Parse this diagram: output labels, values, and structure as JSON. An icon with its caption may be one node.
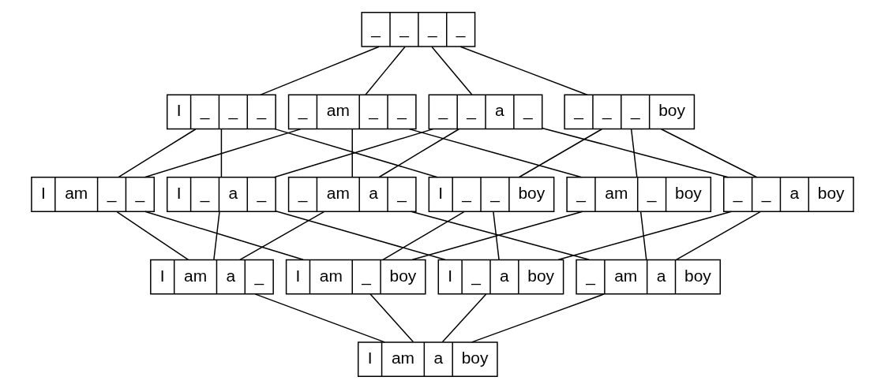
{
  "diagram": {
    "nodes": [
      {
        "text": [
          "_",
          "_",
          "_",
          "_"
        ]
      },
      {
        "text": [
          "I",
          "_",
          "_",
          "_"
        ]
      },
      {
        "text": [
          "_",
          "am",
          "_",
          "_"
        ]
      },
      {
        "text": [
          "_",
          "_",
          "a",
          "_"
        ]
      },
      {
        "text": [
          "_",
          "_",
          "_",
          "boy"
        ]
      },
      {
        "text": [
          "I",
          "am",
          "_",
          "_"
        ]
      },
      {
        "text": [
          "I",
          "_",
          "a",
          "_"
        ]
      },
      {
        "text": [
          "_",
          "am",
          "a",
          "_"
        ]
      },
      {
        "text": [
          "I",
          "_",
          "_",
          "boy"
        ]
      },
      {
        "text": [
          "_",
          "am",
          "_",
          "boy"
        ]
      },
      {
        "text": [
          "_",
          "_",
          "a",
          "boy"
        ]
      },
      {
        "text": [
          "I",
          "am",
          "a",
          "_"
        ]
      },
      {
        "text": [
          "I",
          "am",
          "_",
          "boy"
        ]
      },
      {
        "text": [
          "I",
          "_",
          "a",
          "boy"
        ]
      },
      {
        "text": [
          "_",
          "am",
          "a",
          "boy"
        ]
      },
      {
        "text": [
          "I",
          "am",
          "a",
          "boy"
        ]
      }
    ],
    "edges": [
      {
        "from": 0,
        "to": 1,
        "arrow": "none"
      },
      {
        "from": 0,
        "to": 2,
        "arrow": "none"
      },
      {
        "from": 0,
        "to": 3,
        "arrow": "none"
      },
      {
        "from": 0,
        "to": 4,
        "arrow": "none"
      },
      {
        "from": 1,
        "to": 5,
        "arrow": "none"
      },
      {
        "from": 1,
        "to": 6,
        "arrow": "none"
      },
      {
        "from": 1,
        "to": 8,
        "arrow": "none"
      },
      {
        "from": 2,
        "to": 5,
        "arrow": "none"
      },
      {
        "from": 2,
        "to": 7,
        "arrow": "none"
      },
      {
        "from": 2,
        "to": 9,
        "arrow": "none"
      },
      {
        "from": 3,
        "to": 6,
        "arrow": "none"
      },
      {
        "from": 3,
        "to": 7,
        "arrow": "none"
      },
      {
        "from": 3,
        "to": 10,
        "arrow": "none"
      },
      {
        "from": 4,
        "to": 8,
        "arrow": "none"
      },
      {
        "from": 4,
        "to": 9,
        "arrow": "none"
      },
      {
        "from": 4,
        "to": 10,
        "arrow": "none"
      },
      {
        "from": 5,
        "to": 11,
        "arrow": "none"
      },
      {
        "from": 5,
        "to": 12,
        "arrow": "none"
      },
      {
        "from": 6,
        "to": 11,
        "arrow": "none"
      },
      {
        "from": 6,
        "to": 13,
        "arrow": "none"
      },
      {
        "from": 7,
        "to": 11,
        "arrow": "none"
      },
      {
        "from": 7,
        "to": 14,
        "arrow": "none"
      },
      {
        "from": 8,
        "to": 12,
        "arrow": "none"
      },
      {
        "from": 8,
        "to": 13,
        "arrow": "none"
      },
      {
        "from": 9,
        "to": 12,
        "arrow": "none"
      },
      {
        "from": 9,
        "to": 14,
        "arrow": "none"
      },
      {
        "from": 10,
        "to": 13,
        "arrow": "none"
      },
      {
        "from": 10,
        "to": 14,
        "arrow": "none"
      },
      {
        "from": 11,
        "to": 15,
        "arrow": "none"
      },
      {
        "from": 12,
        "to": 15,
        "arrow": "none"
      },
      {
        "from": 13,
        "to": 15,
        "arrow": "none"
      },
      {
        "from": 14,
        "to": 15,
        "arrow": "none"
      }
    ]
  }
}
